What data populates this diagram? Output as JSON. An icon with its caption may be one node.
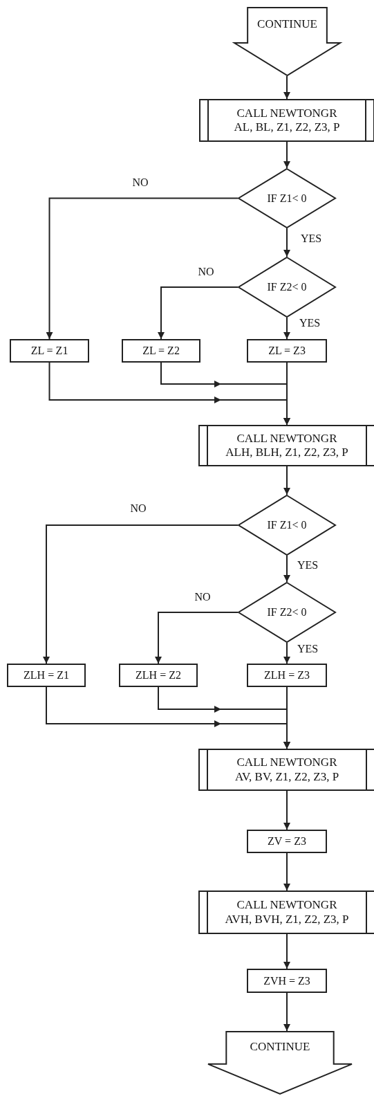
{
  "diagram": {
    "nodes": [
      {
        "text": [
          "CONTINUE"
        ]
      },
      {
        "text": [
          "CALL NEWTONGR",
          "AL, BL, Z1, Z2, Z3, P"
        ]
      },
      {
        "text": [
          "IF Z1< 0"
        ]
      },
      {
        "text": [
          "IF Z2< 0"
        ]
      },
      {
        "text": [
          "ZL = Z1"
        ]
      },
      {
        "text": [
          "ZL = Z2"
        ]
      },
      {
        "text": [
          "ZL = Z3"
        ]
      },
      {
        "text": [
          "CALL NEWTONGR",
          "ALH, BLH, Z1, Z2, Z3, P"
        ]
      },
      {
        "text": [
          "IF Z1< 0"
        ]
      },
      {
        "text": [
          "IF Z2< 0"
        ]
      },
      {
        "text": [
          "ZLH = Z1"
        ]
      },
      {
        "text": [
          "ZLH = Z2"
        ]
      },
      {
        "text": [
          "ZLH = Z3"
        ]
      },
      {
        "text": [
          "CALL NEWTONGR",
          "AV, BV, Z1, Z2, Z3, P"
        ]
      },
      {
        "text": [
          "ZV = Z3"
        ]
      },
      {
        "text": [
          "CALL NEWTONGR",
          "AVH, BVH, Z1, Z2, Z3, P"
        ]
      },
      {
        "text": [
          "ZVH = Z3"
        ]
      },
      {
        "text": [
          "CONTINUE"
        ]
      }
    ],
    "edges": [
      {
        "from": 0,
        "to": 1,
        "arrow": "to"
      },
      {
        "from": 1,
        "to": 2,
        "arrow": "to"
      },
      {
        "from": 2,
        "to": 4,
        "arrow": "to",
        "label": "NO"
      },
      {
        "from": 2,
        "to": 3,
        "arrow": "to",
        "label": "YES"
      },
      {
        "from": 3,
        "to": 5,
        "arrow": "to",
        "label": "NO"
      },
      {
        "from": 3,
        "to": 6,
        "arrow": "to",
        "label": "YES"
      },
      {
        "from": 6,
        "to": 7,
        "arrow": "to"
      },
      {
        "from": 5,
        "to": 7,
        "arrow": "to"
      },
      {
        "from": 4,
        "to": 7,
        "arrow": "to"
      },
      {
        "from": 7,
        "to": 8,
        "arrow": "to"
      },
      {
        "from": 8,
        "to": 10,
        "arrow": "to",
        "label": "NO"
      },
      {
        "from": 8,
        "to": 9,
        "arrow": "to",
        "label": "YES"
      },
      {
        "from": 9,
        "to": 11,
        "arrow": "to",
        "label": "NO"
      },
      {
        "from": 9,
        "to": 12,
        "arrow": "to",
        "label": "YES"
      },
      {
        "from": 12,
        "to": 13,
        "arrow": "to"
      },
      {
        "from": 11,
        "to": 13,
        "arrow": "to"
      },
      {
        "from": 10,
        "to": 13,
        "arrow": "to"
      },
      {
        "from": 13,
        "to": 14,
        "arrow": "to"
      },
      {
        "from": 14,
        "to": 15,
        "arrow": "to"
      },
      {
        "from": 15,
        "to": 16,
        "arrow": "to"
      },
      {
        "from": 16,
        "to": 17,
        "arrow": "to"
      }
    ]
  }
}
